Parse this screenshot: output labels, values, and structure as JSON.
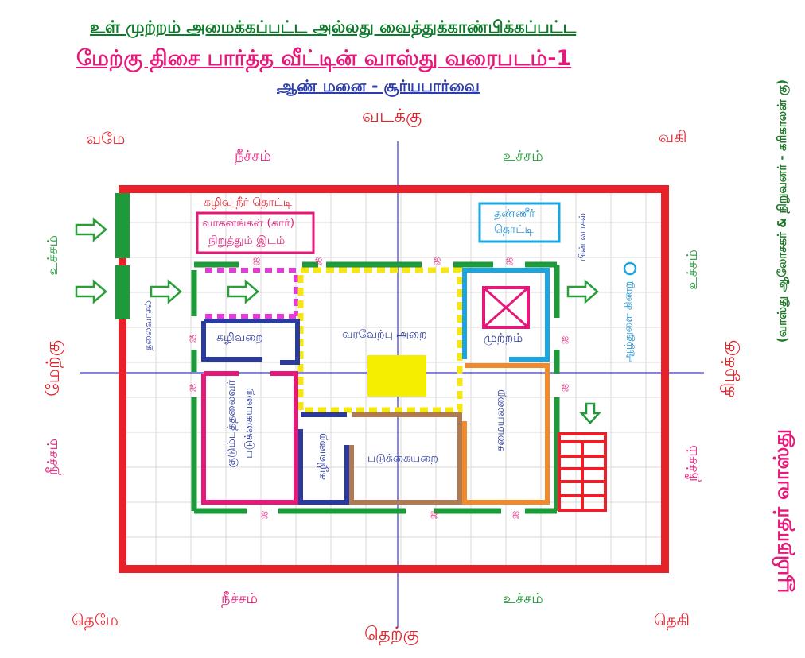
{
  "header": {
    "line1": "உள் முற்றம் அமைக்கப்பட்ட அல்லது வைத்துக்காண்பிக்கப்பட்ட",
    "line2": "மேற்கு திசை பார்த்த வீட்டின் வாஸ்து வரைபடம்-1",
    "line3": "ஆண் மனை - சூர்யபார்வை"
  },
  "directions": {
    "north": "வடக்கு",
    "south": "தெற்கு",
    "west": "மேற்கு",
    "east": "கிழக்கு",
    "nw": "வமே",
    "ne": "வகி",
    "sw": "தெமே",
    "se": "தெகி"
  },
  "zones": {
    "top_left": "நீச்சம்",
    "top_right": "உச்சம்",
    "bottom_left": "நீச்சம்",
    "bottom_right": "உச்சம்",
    "left_top": "உச்சம்",
    "left_bottom": "நீச்சம்",
    "right_top": "உச்சம்",
    "right_bottom": "நீச்சம்"
  },
  "labels": {
    "septic_tank": "கழிவு நீர் தொட்டி",
    "parking_1": "வாகனங்கள் (கார்)",
    "parking_2": "நிறுத்தும் இடம்",
    "water_tank_1": "தண்ணீர்",
    "water_tank_2": "தொட்டி",
    "back_door": "பின் வாசல்",
    "main_door": "தலைவாசல்",
    "toilet_top": "கழிவறை",
    "living_room": "வரவேற்பு அறை",
    "courtyard": "முற்றம்",
    "borewell": "ஆழ்துளை கிணறு",
    "master_bedroom_1": "குடும்பத்தலைவர்",
    "master_bedroom_2": "படுக்கையறை",
    "toilet_bottom": "கழிவறை",
    "bedroom": "படுக்கையறை",
    "kitchen": "சமையலறை",
    "window_mark": "ஜ"
  },
  "credits": {
    "title": "பூமிநாதர் வாஸ்து",
    "subtitle": "(வாஸ்து ஆலோசகர் & நிறுவனர் - கரிகாலன் கு)"
  },
  "colors": {
    "boundary": "#e8202a",
    "window": "#22a03a",
    "living": "#f5e614",
    "courtyard": "#1ba6e0",
    "pink": "#e6197a",
    "navy": "#2b3a9e",
    "brown": "#b07a52",
    "orange": "#f08a2a"
  }
}
